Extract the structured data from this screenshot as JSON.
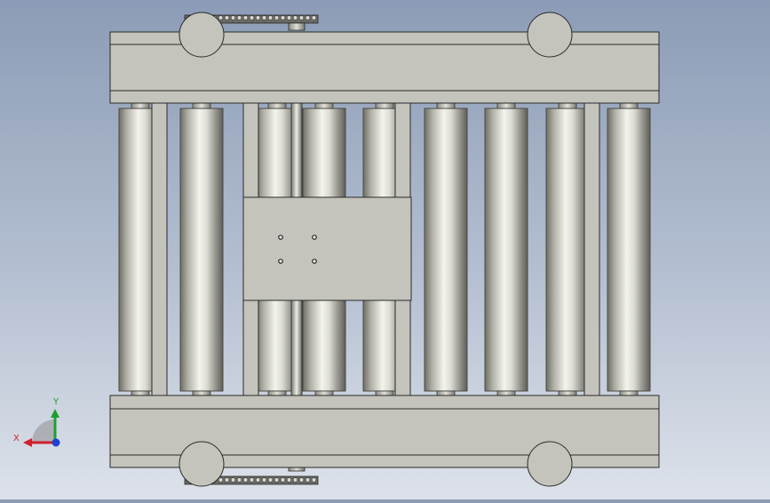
{
  "viewport": {
    "background_top": "#8c9cb6",
    "background_bottom": "#dde2ea"
  },
  "model": {
    "frame_color": "#c4c4bc",
    "edge_color": "#2a2a2a",
    "roller_count": 9,
    "hole_count": 4
  },
  "triad": {
    "x_label": "X",
    "y_label": "Y",
    "x_color": "#d0202a",
    "y_color": "#1aa030",
    "z_color": "#2040d0"
  }
}
